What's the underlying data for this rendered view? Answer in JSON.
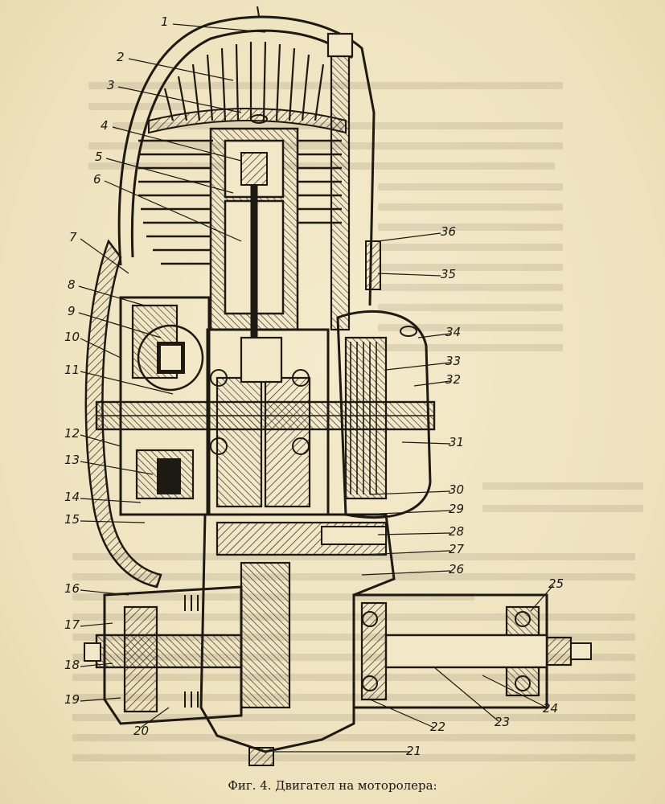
{
  "caption": "Фиг. 4. Двигател на моторолера:",
  "callouts": [
    "1",
    "2",
    "3",
    "4",
    "5",
    "6",
    "7",
    "8",
    "9",
    "10",
    "11",
    "12",
    "13",
    "14",
    "15",
    "16",
    "17",
    "18",
    "19",
    "20",
    "21",
    "22",
    "23",
    "24",
    "25",
    "26",
    "27",
    "28",
    "29",
    "30",
    "31",
    "32",
    "33",
    "34",
    "35",
    "36"
  ]
}
